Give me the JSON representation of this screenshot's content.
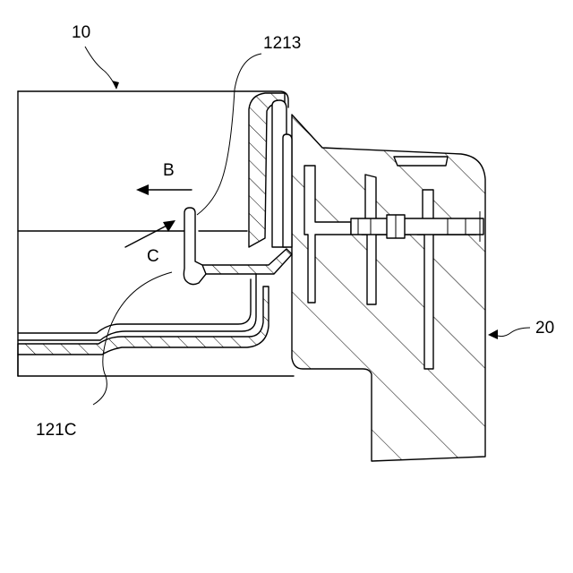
{
  "labels": {
    "part_10": "10",
    "part_1213": "1213",
    "arrow_b": "B",
    "arrow_c": "C",
    "part_121c": "121C",
    "part_20": "20"
  }
}
